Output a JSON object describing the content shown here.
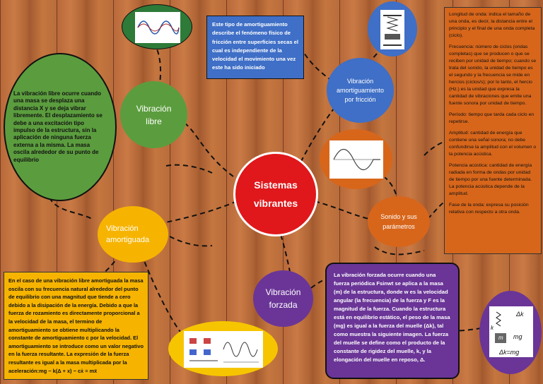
{
  "center": {
    "line1": "Sistemas",
    "line2": "vibrantes",
    "color": "#e0181b"
  },
  "nodes": {
    "vibracion_libre": {
      "line1": "Vibración",
      "line2": "libre",
      "color": "#5b9d3e"
    },
    "vibracion_amortiguada": {
      "line1": "Vibración",
      "line2": "amortiguada",
      "color": "#f6b400"
    },
    "vibracion_forzada": {
      "line1": "Vibración",
      "line2": "forzada",
      "color": "#6a3597"
    },
    "friccion": {
      "line1": "Vibración",
      "line2": "amortiguamiento",
      "line3": "por fricción",
      "color": "#3f6fc6"
    },
    "sonido": {
      "line1": "Sonido y sus",
      "line2": "parámetros",
      "color": "#d7661b"
    }
  },
  "texts": {
    "libre": "La vibración libre ocurre cuando una masa se desplaza una distancia X y se deja vibrar libremente. El desplazamiento se debe a una excitación tipo impulso de la estructura, sin la aplicación de ninguna fuerza externa a la misma. La masa oscila alrededor de su punto de equilibrio",
    "friccion": "Este tipo de amortiguamiento describe el fenómeno físico de fricción entre superficies secas el cual es independiente de la velocidad el movimiento una vez este ha sido iniciado",
    "amortiguada": "En el caso de una vibración libre amortiguada la masa oscila con su frecuencia natural alrededor del punto de equilibrio con una magnitud que tiende a cero debido a la disipación de la energía. Debido a que la fuerza de rozamiento es directamente proporcional a la velocidad de la masa, el termino de amortiguamiento se obtiene multiplicando la constante de amortiguamiento c por la velocidad. El amortiguamiento se introduce como un valor negativo en la fuerza resultante. La expresión de la fuerza resultante es igual a la masa multiplicada por la aceleración:mg − k(Δ + x) − cẋ = mẍ",
    "forzada": "La vibración forzada ocurre cuando una fuerza periódica Fsinwt se aplica a la masa (m) de la estructura, donde w es la velocidad angular (la frecuencia) de la fuerza y F es la magnitud de la fuerza. Cuando la estructura está en equilibrio estático, el peso de la masa (mg) es igual a la fuerza del muelle (Δk), tal como muestra la siguiente imagen. La fuerza del muelle se define como el producto de la constante de rigidez del muelle, k, y la elongación del muelle en reposo, Δ.",
    "sonido": [
      "Longitud de onda: indica el tamaño de una onda, es decir, la distancia entre el principio y el final de una onda completa (ciclo).",
      "Frecuencia: número de ciclos (ondas completas) que se producen o que se reciben por unidad de tiempo; cuando se trata del sonido, la unidad de tiempo es el segundo y la frecuencia se mide en hercios (ciclos/s); por lo tanto, el hercio (Hz.) es la unidad que expresa la cantidad de vibraciones que emite una fuente sonora por unidad de tiempo.",
      "Período: tiempo que tarda cada ciclo en repetirse.",
      "Amplitud: cantidad de energía que contiene una señal sonora; no debe confundirse la amplitud con el volumen o la potencia acústica.",
      "Potencia acústica: cantidad de energía radiada en forma de ondas por unidad de tiempo por una fuente determinada. La potencia acústica depende de la amplitud.",
      "Fase de la onda: expresa su posición relativa con respecto a otra onda."
    ]
  },
  "formula_labels": {
    "k": "k",
    "dk": "Δk",
    "m": "m",
    "mg": "mg",
    "eq": "Δk=mg"
  }
}
